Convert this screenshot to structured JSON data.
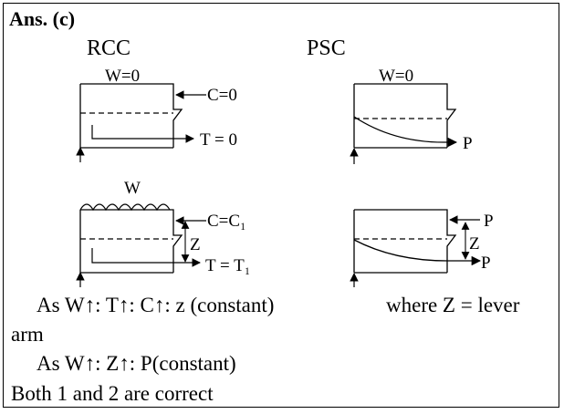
{
  "answer": "Ans. (c)",
  "headers": {
    "rcc": "RCC",
    "psc": "PSC"
  },
  "diagrams": {
    "rcc_top": {
      "load": "W=0",
      "compression": "C=0",
      "tension": "T = 0"
    },
    "psc_top": {
      "load": "W=0",
      "prestress": "P"
    },
    "rcc_bottom": {
      "load": "W",
      "compression": "C=C₁",
      "lever": "Z",
      "tension": "T = T₁"
    },
    "psc_bottom": {
      "top_force": "P",
      "lever": "Z",
      "bottom_force": "P"
    }
  },
  "lines": {
    "line1": "As  W↑: T↑: C↑: z (constant)",
    "line1_right": "where Z = lever",
    "line2": "arm",
    "line3": "As W↑: Z↑: P(constant)",
    "line4": "Both 1 and 2 are correct"
  }
}
